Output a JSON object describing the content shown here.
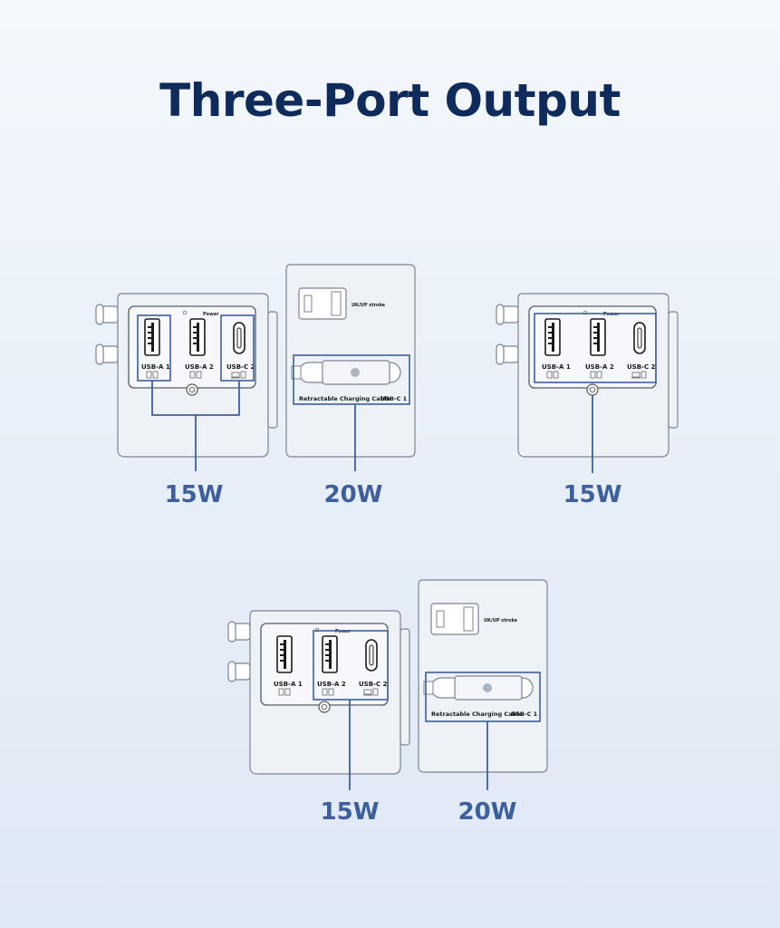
{
  "title": "Three-Port Output",
  "ports": {
    "usb_a1": "USB-A 1",
    "usb_a2": "USB-A 2",
    "usb_c2": "USB-C 2",
    "power": "Power",
    "cable": "Retractable Charging Cable",
    "cable_port": "USB-C 1",
    "plug_mark": "UK/UP stroke"
  },
  "panels": [
    {
      "watts": [
        "15W",
        "20W"
      ]
    },
    {
      "watts": [
        "15W"
      ]
    },
    {
      "watts": [
        "15W",
        "20W"
      ]
    }
  ],
  "colors": {
    "title": "#0f2b5c",
    "accent": "#3d5f9c",
    "outline": "#7d8390"
  }
}
